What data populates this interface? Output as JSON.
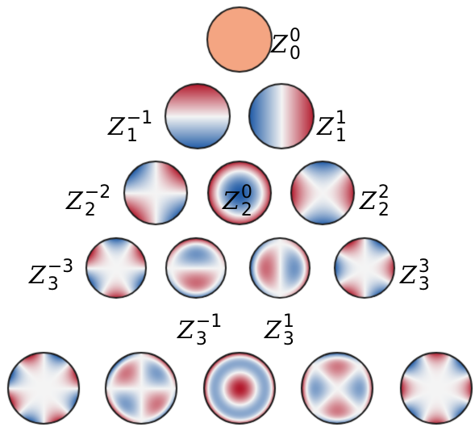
{
  "colors": {
    "negative": "#1f5aa6",
    "zero": "#f4f4f4",
    "positive": "#b2182b",
    "uniform": "#f4a582",
    "outline": "#1a1a1a"
  },
  "labels": {
    "z0_0": {
      "base": "Z",
      "sup": "0",
      "sub": "0"
    },
    "z1_m1": {
      "base": "Z",
      "sup": "−1",
      "sub": "1"
    },
    "z1_1": {
      "base": "Z",
      "sup": "1",
      "sub": "1"
    },
    "z2_m2": {
      "base": "Z",
      "sup": "−2",
      "sub": "2"
    },
    "z2_0": {
      "base": "Z",
      "sup": "0",
      "sub": "2"
    },
    "z2_2": {
      "base": "Z",
      "sup": "2",
      "sub": "2"
    },
    "z3_m3": {
      "base": "Z",
      "sup": "−3",
      "sub": "3"
    },
    "z3_m1": {
      "base": "Z",
      "sup": "−1",
      "sub": "3"
    },
    "z3_1": {
      "base": "Z",
      "sup": "1",
      "sub": "3"
    },
    "z3_3": {
      "base": "Z",
      "sup": "3",
      "sub": "3"
    }
  },
  "modes": [
    {
      "name": "zernike-z0-0-disc",
      "n": 0,
      "m": 0
    },
    {
      "name": "zernike-z1-m1-disc",
      "n": 1,
      "m": -1
    },
    {
      "name": "zernike-z1-1-disc",
      "n": 1,
      "m": 1
    },
    {
      "name": "zernike-z2-m2-disc",
      "n": 2,
      "m": -2
    },
    {
      "name": "zernike-z2-0-disc",
      "n": 2,
      "m": 0
    },
    {
      "name": "zernike-z2-2-disc",
      "n": 2,
      "m": 2
    },
    {
      "name": "zernike-z3-m3-disc",
      "n": 3,
      "m": -3
    },
    {
      "name": "zernike-z3-m1-disc",
      "n": 3,
      "m": -1
    },
    {
      "name": "zernike-z3-1-disc",
      "n": 3,
      "m": 1
    },
    {
      "name": "zernike-z3-3-disc",
      "n": 3,
      "m": 3
    },
    {
      "name": "zernike-z4-m4-disc",
      "n": 4,
      "m": -4
    },
    {
      "name": "zernike-z4-m2-disc",
      "n": 4,
      "m": -2
    },
    {
      "name": "zernike-z4-0-disc",
      "n": 4,
      "m": 0
    },
    {
      "name": "zernike-z4-2-disc",
      "n": 4,
      "m": 2
    },
    {
      "name": "zernike-z4-4-disc",
      "n": 4,
      "m": 4
    }
  ]
}
